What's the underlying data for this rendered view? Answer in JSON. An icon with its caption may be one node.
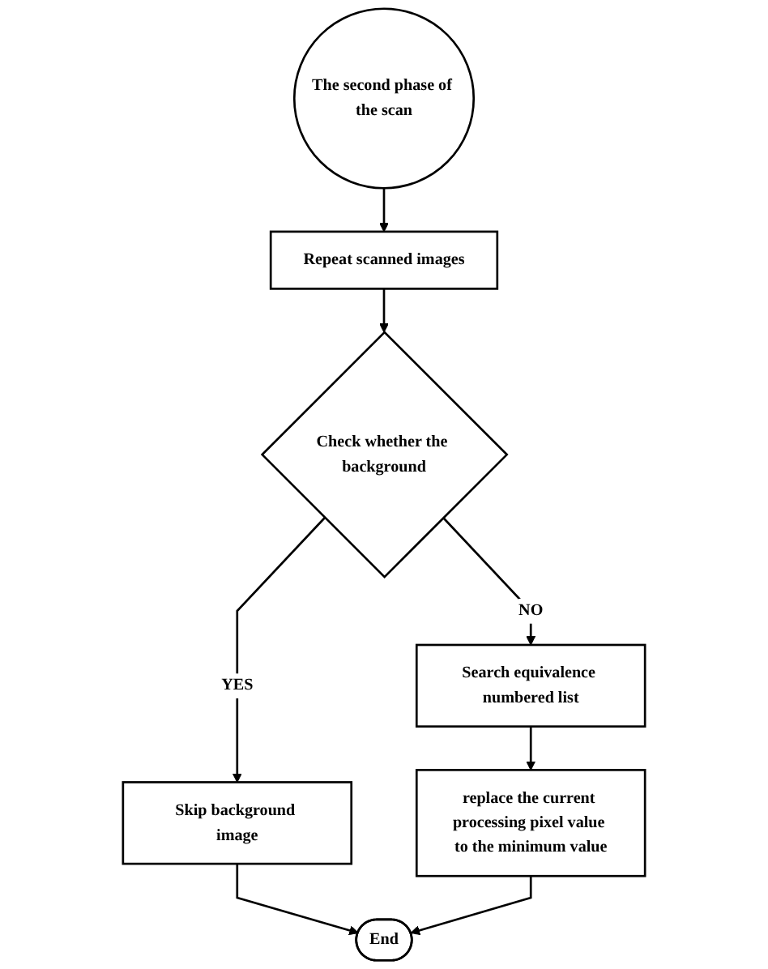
{
  "diagram": {
    "nodes": [
      {
        "text": [
          "The second phase of the scan"
        ]
      },
      {
        "text": [
          "Repeat scanned images"
        ]
      },
      {
        "text": [
          "Check whether the background"
        ]
      },
      {
        "text": [
          "Skip background image"
        ]
      },
      {
        "text": [
          "Search equivalence numbered list"
        ]
      },
      {
        "text": [
          "replace the current processing pixel value to the minimum value"
        ]
      },
      {
        "text": [
          "End"
        ]
      }
    ],
    "edges": [
      {
        "from": 0,
        "to": 1,
        "arrow": "to"
      },
      {
        "from": 1,
        "to": 2,
        "arrow": "to"
      },
      {
        "from": 2,
        "to": 3,
        "arrow": "to",
        "label": "YES"
      },
      {
        "from": 2,
        "to": 4,
        "arrow": "to",
        "label": "NO"
      },
      {
        "from": 4,
        "to": 5,
        "arrow": "to"
      },
      {
        "from": 3,
        "to": 6,
        "arrow": "to"
      },
      {
        "from": 5,
        "to": 6,
        "arrow": "to"
      }
    ]
  }
}
